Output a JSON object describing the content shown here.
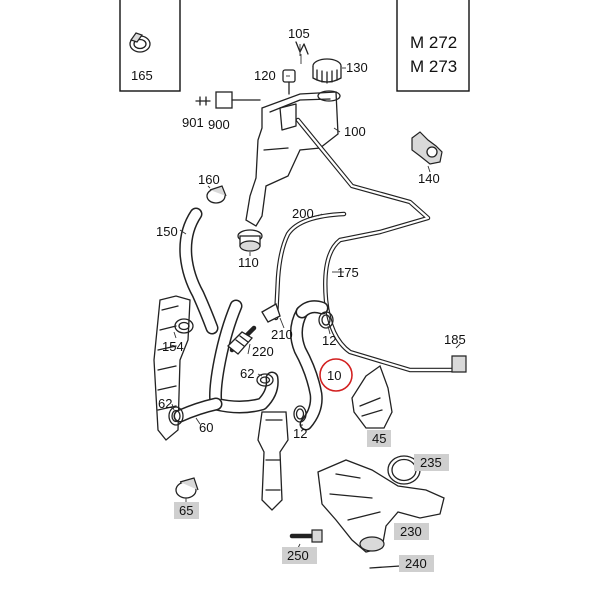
{
  "engine_codes": [
    "M 272",
    "M 273"
  ],
  "part_labels": {
    "p165": "165",
    "p105": "105",
    "p120": "120",
    "p130": "130",
    "p901": "901",
    "p900": "900",
    "p100": "100",
    "p140": "140",
    "p160": "160",
    "p200": "200",
    "p150": "150",
    "p110": "110",
    "p175": "175",
    "p154": "154",
    "p210": "210",
    "p12a": "12",
    "p220": "220",
    "p185": "185",
    "p10": "10",
    "p62a": "62",
    "p62b": "62",
    "p60": "60",
    "p12b": "12",
    "p45": "45",
    "p235": "235",
    "p65": "65",
    "p230": "230",
    "p250": "250",
    "p240": "240"
  },
  "highlighted_part": "10",
  "shaded_labels": [
    "45",
    "235",
    "65",
    "230",
    "250",
    "240"
  ]
}
